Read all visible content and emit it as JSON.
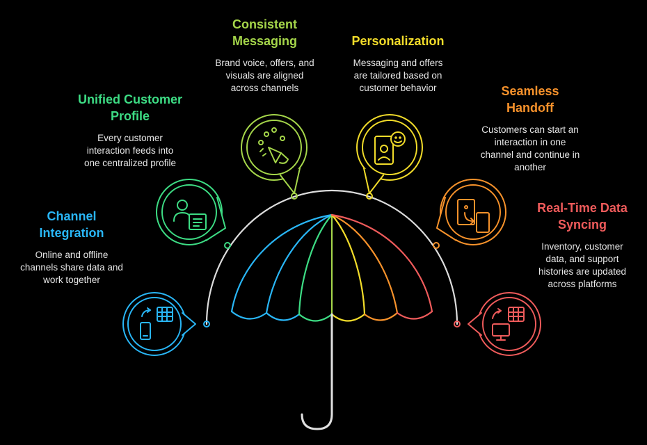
{
  "colors": {
    "background": "#000000",
    "handle": "#e0e0e0",
    "channel_integration": "#29b6f6",
    "unified_customer_profile": "#3ddc84",
    "consistent_messaging": "#a5d64a",
    "personalization": "#f2dc2a",
    "seamless_handoff": "#f7922b",
    "real_time_data_syncing": "#ef5b5b"
  },
  "items": [
    {
      "id": "channel_integration",
      "title": "Channel\nIntegration",
      "description": "Online and offline\nchannels share data and\nwork together",
      "icon": "phone-to-grid-sync-icon"
    },
    {
      "id": "unified_customer_profile",
      "title": "Unified Customer\nProfile",
      "description": "Every customer\ninteraction feeds into\none centralized profile",
      "icon": "user-profile-document-icon"
    },
    {
      "id": "consistent_messaging",
      "title": "Consistent\nMessaging",
      "description": "Brand voice, offers, and\nvisuals are aligned\nacross channels",
      "icon": "megaphone-icon"
    },
    {
      "id": "personalization",
      "title": "Personalization",
      "description": "Messaging and offers\nare tailored based on\ncustomer behavior",
      "icon": "personalized-user-smile-icon"
    },
    {
      "id": "seamless_handoff",
      "title": "Seamless\nHandoff",
      "description": "Customers can start an\ninteraction in one\nchannel and continue in\nanother",
      "icon": "device-handoff-icon"
    },
    {
      "id": "real_time_data_syncing",
      "title": "Real-Time Data\nSyncing",
      "description": "Inventory, customer\ndata, and support\nhistories are updated\nacross platforms",
      "icon": "monitor-to-grid-sync-icon"
    }
  ]
}
